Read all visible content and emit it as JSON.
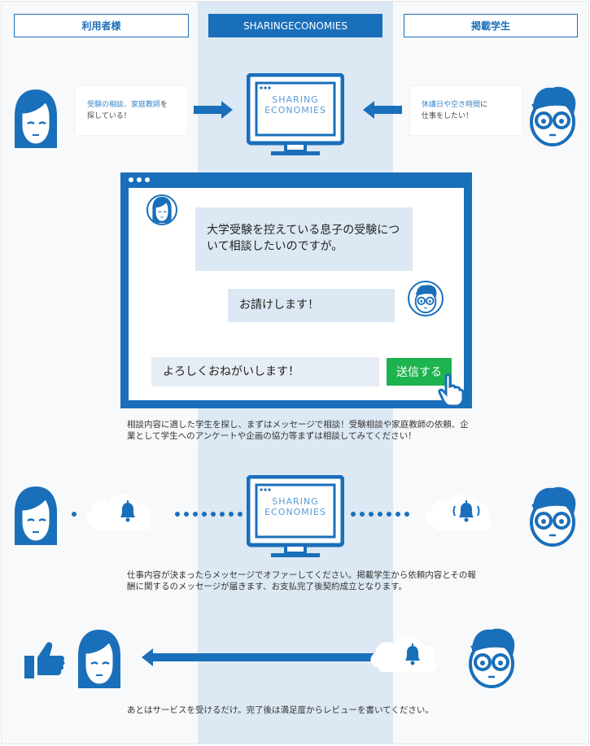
{
  "headers": {
    "users": "利用者様",
    "center": "SHARINGECONOMIES",
    "students": "掲載学生"
  },
  "logo": {
    "line1": "SHARING",
    "line2": "ECONOMIES"
  },
  "step1": {
    "user_bubble": {
      "highlight": "受験の相談、家庭教師",
      "rest": "を",
      "line2": "探している！"
    },
    "student_bubble": {
      "highlight": "休講日や空き時間",
      "rest": "に",
      "line2": "仕事をしたい！"
    }
  },
  "chat": {
    "user_message": "大学受験を控えている息子の受験について相談したいのですが。",
    "student_message": "お請けします！",
    "input_value": "よろしくおねがいします！",
    "send_label": "送信する"
  },
  "step1_desc": "相談内容に適した学生を探し、まずはメッセージで相談！受験相談や家庭教師の依頼、企業として学生へのアンケートや企画の協力等まずは相談してみてください！",
  "step2_desc": "仕事内容が決まったらメッセージでオファーしてください。掲載学生から依頼内容とその報酬に関するのメッセージが届きます、お支払完了後契約成立となります。",
  "step3_desc": "あとはサービスを受けるだけ。完了後は満足度からレビューを書いてください。",
  "colors": {
    "primary": "#1a6fba",
    "center_bg": "#dce8f3",
    "send_button": "#1db34f"
  }
}
